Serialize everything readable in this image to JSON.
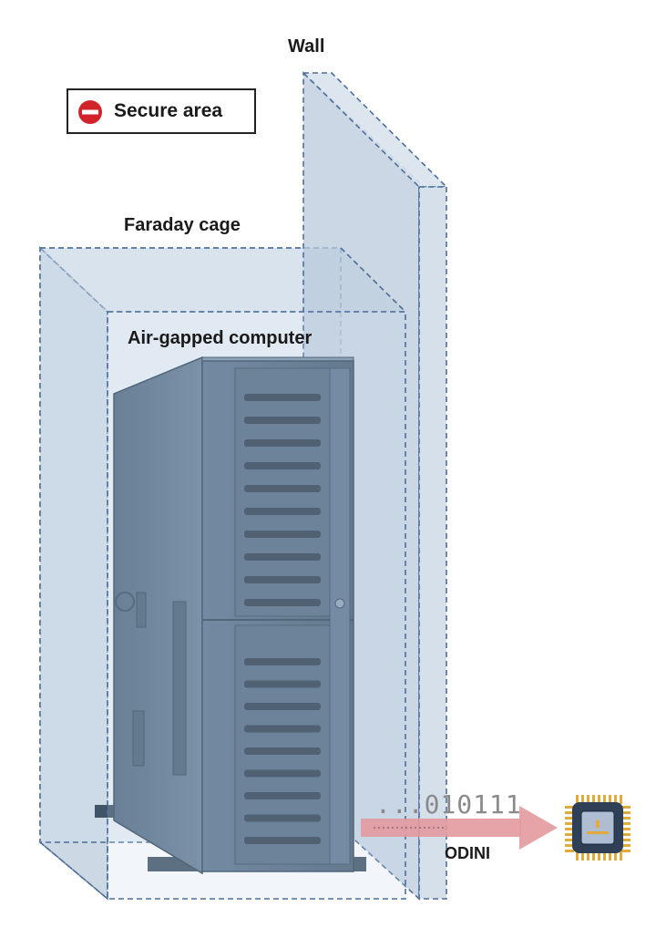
{
  "labels": {
    "wall": "Wall",
    "faraday_cage": "Faraday cage",
    "air_gapped_computer": "Air-gapped computer",
    "odini": "ODINI",
    "bit_stream": "...010111"
  },
  "legend": {
    "text": "Secure area",
    "icon": "no-entry-icon"
  },
  "icons": {
    "receiver": "microchip-icon"
  },
  "colors": {
    "wall_fill": "#c9d7e4",
    "cage_fill": "#c6d6e6",
    "dashed_outline": "#4d6f99",
    "computer_body": "#5b7389",
    "computer_dark": "#3f5466",
    "arrow": "#e39aa0",
    "no_entry_red": "#d2232a",
    "chip_body": "#2f3f55",
    "chip_pins": "#e2a93b"
  }
}
